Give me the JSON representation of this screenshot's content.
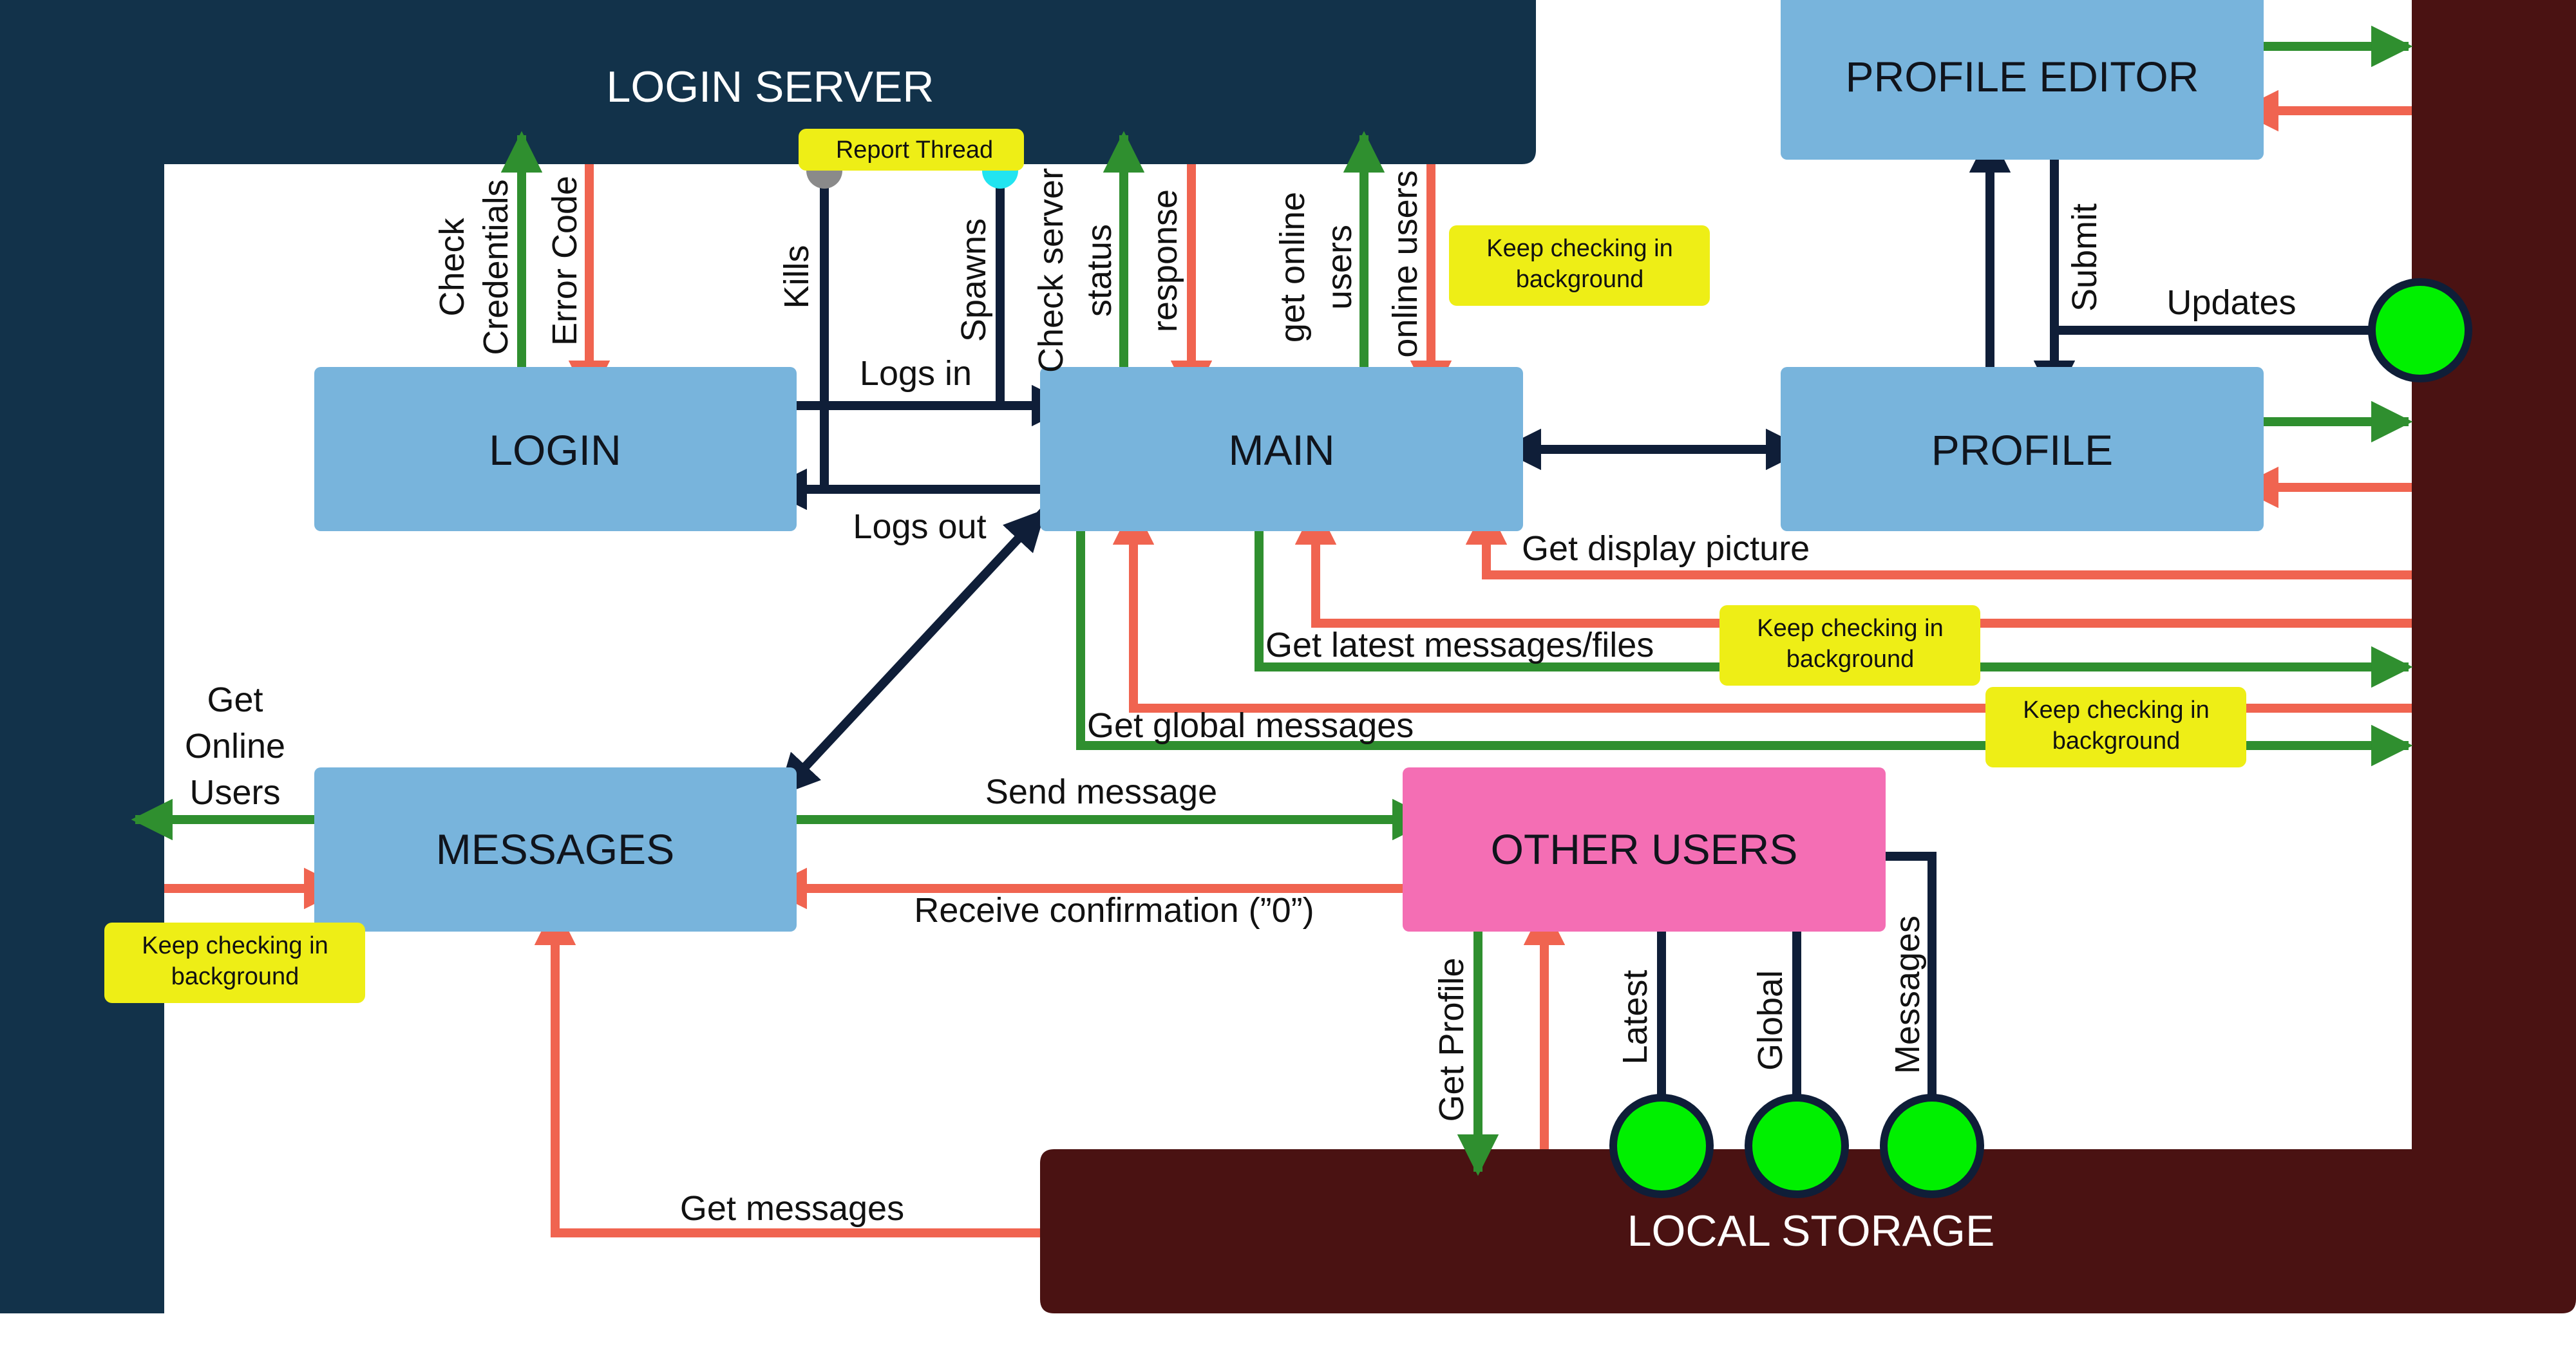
{
  "colors": {
    "login_server": "#12324a",
    "local_storage": "#4a1212",
    "box_blue": "#78b4dc",
    "box_pink": "#f46eb4",
    "note_yellow": "#eeee16",
    "green": "#2f8f2f",
    "red": "#f06450",
    "navy": "#0f1e38",
    "node_green": "#00f000"
  },
  "containers": {
    "login_server": "LOGIN SERVER",
    "local_storage": "LOCAL STORAGE"
  },
  "boxes": {
    "login": "LOGIN",
    "main": "MAIN",
    "profile": "PROFILE",
    "profile_editor": "PROFILE EDITOR",
    "messages": "MESSAGES",
    "other_users": "OTHER USERS"
  },
  "notes": {
    "report_thread": "Report Thread",
    "keep_checking_line1": "Keep checking in",
    "keep_checking_line2": "background"
  },
  "edges": {
    "check_credentials_line1": "Check",
    "check_credentials_line2": "Credentials",
    "error_code": "Error Code",
    "kills": "Kills",
    "spawns": "Spawns",
    "check_server_status_line1": "Check server",
    "check_server_status_line2": "status",
    "response": "response",
    "get_online_users_line1": "get online",
    "get_online_users_line2": "users",
    "online_users": "online users",
    "logs_in": "Logs in",
    "logs_out": "Logs out",
    "submit": "Submit",
    "updates": "Updates",
    "get_display_picture": "Get display picture",
    "get_latest_messages_files": "Get latest messages/files",
    "get_global_messages": "Get global messages",
    "get_online_users_left_line1": "Get",
    "get_online_users_left_line2": "Online",
    "get_online_users_left_line3": "Users",
    "send_message": "Send message",
    "receive_confirmation": "Receive confirmation (”0”)",
    "get_profile": "Get Profile",
    "latest": "Latest",
    "global": "Global",
    "messages_storage": "Messages",
    "get_messages": "Get messages"
  }
}
